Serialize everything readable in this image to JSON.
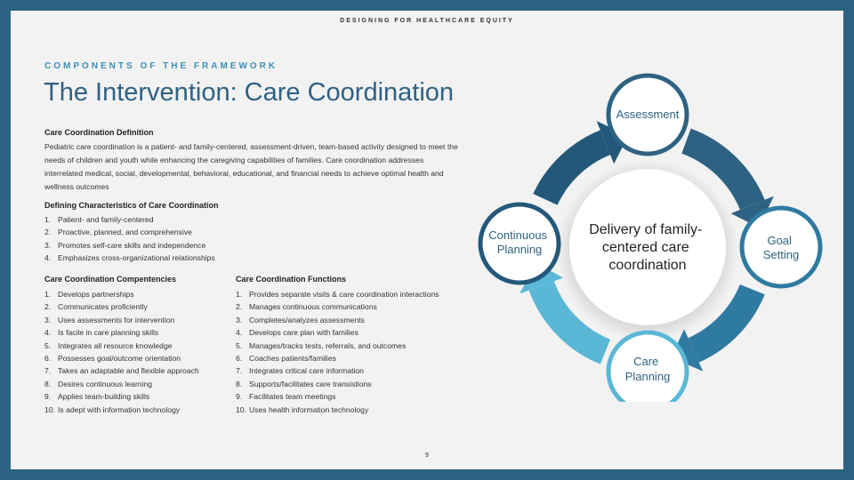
{
  "header": {
    "tag": "DESIGNING FOR HEALTHCARE EQUITY"
  },
  "section_label": "COMPONENTS OF THE FRAMEWORK",
  "title": "The Intervention: Care Coordination",
  "definition": {
    "heading": "Care Coordination Definition",
    "text": "Pediatric care coordination is a patient- and family-centered, assessment-driven, team-based activity designed to meet the needs of children and youth while enhancing the caregiving capabilities of families. Care coordination addresses interrelated medical, social, developmental, behavioral, educational, and financial needs to achieve optimal health and wellness outcomes"
  },
  "characteristics": {
    "heading": "Defining Characteristics of Care Coordination",
    "items": [
      {
        "num": "1.",
        "text": "Patient- and family-centered"
      },
      {
        "num": "2.",
        "text": "Proactive, planned, and comprehensive"
      },
      {
        "num": "3.",
        "text": "Promotes self-care skills and independence"
      },
      {
        "num": "4.",
        "text": "Emphasizes cross-organizational relationships"
      }
    ]
  },
  "competencies": {
    "heading": "Care Coordination Compentencies",
    "items": [
      {
        "num": "1.",
        "text": "Develops partnerships"
      },
      {
        "num": "2.",
        "text": "Communicates proficiently"
      },
      {
        "num": "3.",
        "text": "Uses assessments for intervention"
      },
      {
        "num": "4.",
        "text": "Is facile in care planning skills"
      },
      {
        "num": "5.",
        "text": "Integrates all resource knowledge"
      },
      {
        "num": "6.",
        "text": "Possesses goal/outcome orientation"
      },
      {
        "num": "7.",
        "text": "Takes an adaptable and flexible approach"
      },
      {
        "num": "8.",
        "text": "Desires continuous learning"
      },
      {
        "num": "9.",
        "text": "Applies team-building skills"
      },
      {
        "num": "10.",
        "text": "Is adept with information technology"
      }
    ]
  },
  "functions": {
    "heading": "Care Coordination Functions",
    "items": [
      {
        "num": "1.",
        "text": "Provides separate visits & care coordination interactions"
      },
      {
        "num": "2.",
        "text": "Manages continuous communications"
      },
      {
        "num": "3.",
        "text": "Completes/analyzes assessments"
      },
      {
        "num": "4.",
        "text": "Develops care plan with families"
      },
      {
        "num": "5.",
        "text": "Manages/tracks tests, referrals, and outcomes"
      },
      {
        "num": "6.",
        "text": "Coaches patients/families"
      },
      {
        "num": "7.",
        "text": "Integrates critical care information"
      },
      {
        "num": "8.",
        "text": "Supports/facilitates care transistions"
      },
      {
        "num": "9.",
        "text": "Facilitates team meetings"
      },
      {
        "num": "10.",
        "text": "Uses health information technology"
      }
    ]
  },
  "diagram": {
    "center": [
      "Delivery of family-",
      "centered care",
      "coordination"
    ],
    "nodes": {
      "assessment": [
        "Assessment"
      ],
      "goal_setting": [
        "Goal",
        "Setting"
      ],
      "care_planning": [
        "Care",
        "Planning"
      ],
      "continuous_planning": [
        "Continuous",
        "Planning"
      ]
    },
    "colors": {
      "dark": "#23587a",
      "mid": "#2f7aa0",
      "light": "#5ab7d6",
      "ring": "#2e6283"
    }
  },
  "page_number": "9"
}
